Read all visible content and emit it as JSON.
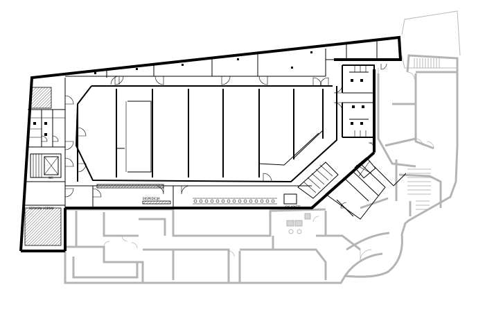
{
  "labels": {
    "label_a": "EKSPEDICIJA",
    "label_b": "SERVISNI HODNIK",
    "label_c": "SKLADIŠTE",
    "label_d": "WC"
  }
}
